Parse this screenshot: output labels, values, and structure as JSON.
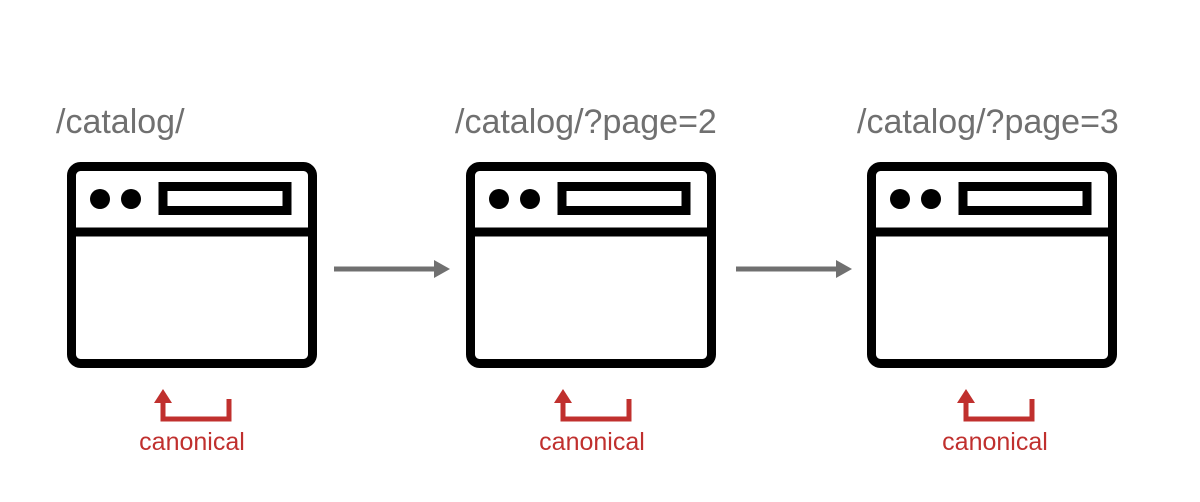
{
  "colors": {
    "window_stroke": "#000000",
    "arrow": "#707070",
    "canonical": "#c0302e",
    "url_text": "#707070"
  },
  "pages": [
    {
      "url": "/catalog/",
      "canonical_label": "canonical",
      "icon": "browser-window-icon"
    },
    {
      "url": "/catalog/?page=2",
      "canonical_label": "canonical",
      "icon": "browser-window-icon"
    },
    {
      "url": "/catalog/?page=3",
      "canonical_label": "canonical",
      "icon": "browser-window-icon"
    }
  ],
  "connectors": [
    {
      "from": 0,
      "to": 1,
      "icon": "arrow-right-icon"
    },
    {
      "from": 1,
      "to": 2,
      "icon": "arrow-right-icon"
    }
  ]
}
